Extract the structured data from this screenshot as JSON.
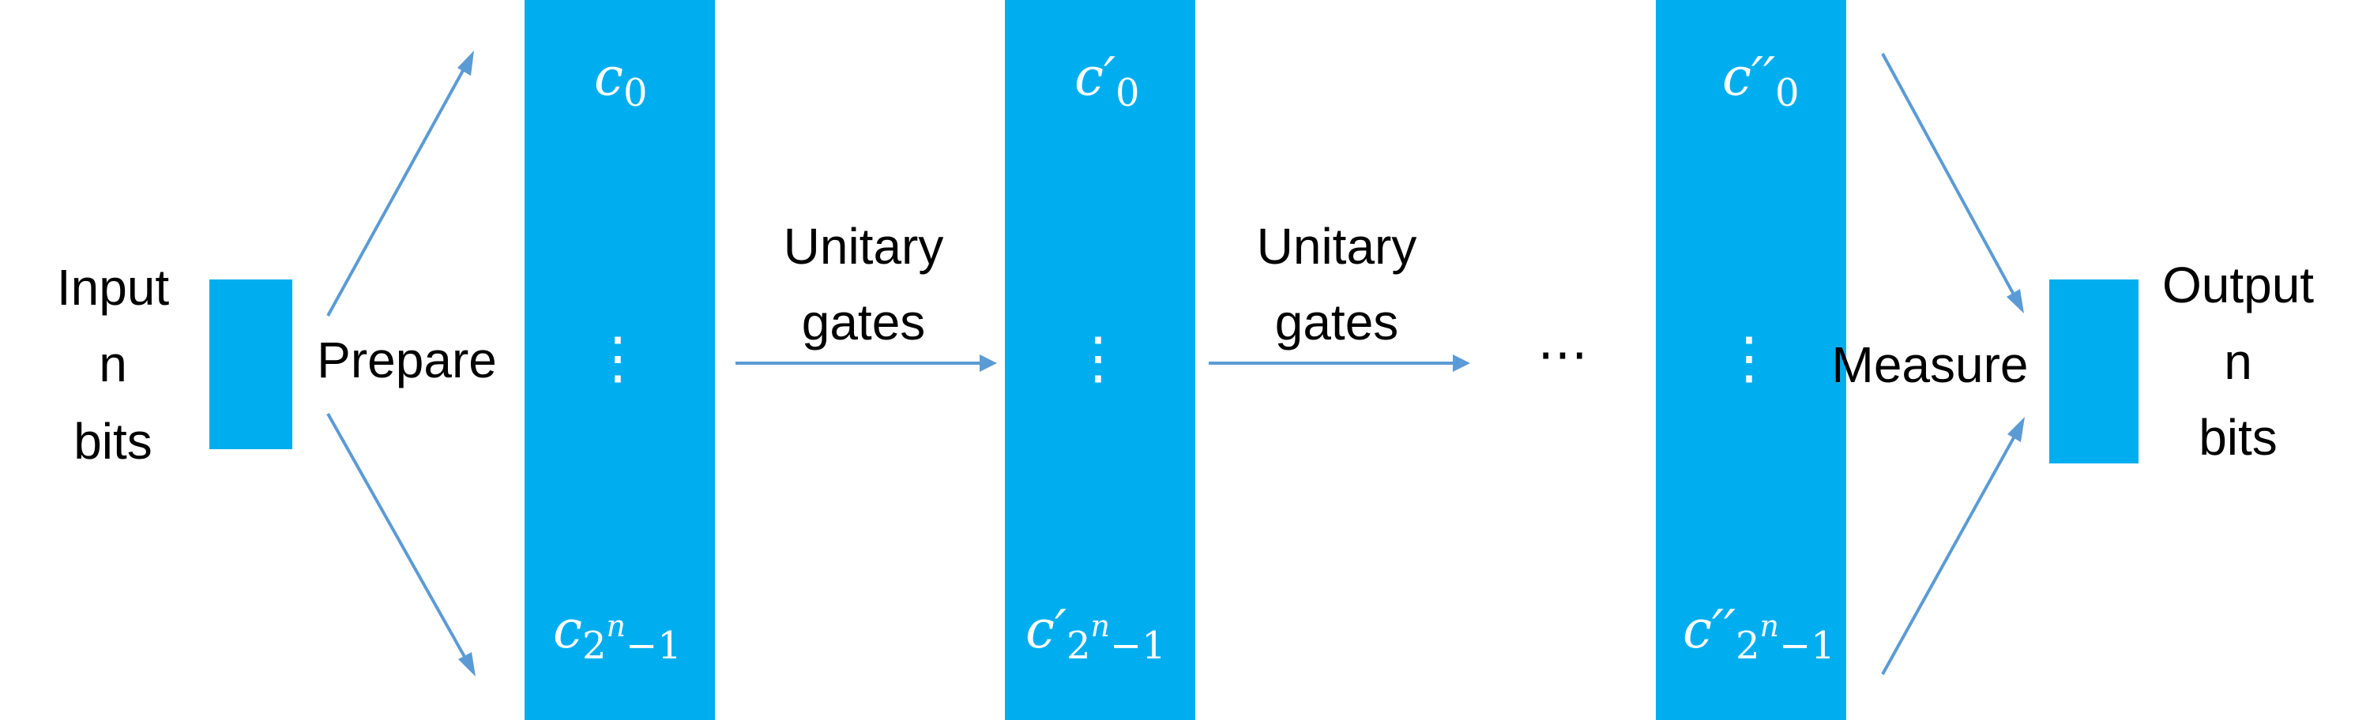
{
  "colors": {
    "block": "#00AEEF",
    "arrow": "#5B9BD5",
    "text": "#000000",
    "block_text": "#ffffff"
  },
  "input": {
    "line1": "Input",
    "line2": "n",
    "line3": "bits"
  },
  "prepare_label": "Prepare",
  "gate_label_1": {
    "line1": "Unitary",
    "line2": "gates"
  },
  "gate_label_2": {
    "line1": "Unitary",
    "line2": "gates"
  },
  "ellipsis": "⋯",
  "measure_label": "Measure",
  "output": {
    "line1": "Output",
    "line2": "n",
    "line3": "bits"
  },
  "columns": [
    {
      "top": {
        "base": "c",
        "prime": "",
        "sub": "0"
      },
      "bottom": {
        "base": "c",
        "prime": "",
        "sub": "2",
        "sup": "n",
        "tail": "−1"
      },
      "vdots": "⋮"
    },
    {
      "top": {
        "base": "c",
        "prime": "′",
        "sub": "0"
      },
      "bottom": {
        "base": "c",
        "prime": "′",
        "sub": "2",
        "sup": "n",
        "tail": "−1"
      },
      "vdots": "⋮"
    },
    {
      "top": {
        "base": "c",
        "prime": "′′",
        "sub": "0"
      },
      "bottom": {
        "base": "c",
        "prime": "′′",
        "sub": "2",
        "sup": "n",
        "tail": "−1"
      },
      "vdots": "⋮"
    }
  ]
}
